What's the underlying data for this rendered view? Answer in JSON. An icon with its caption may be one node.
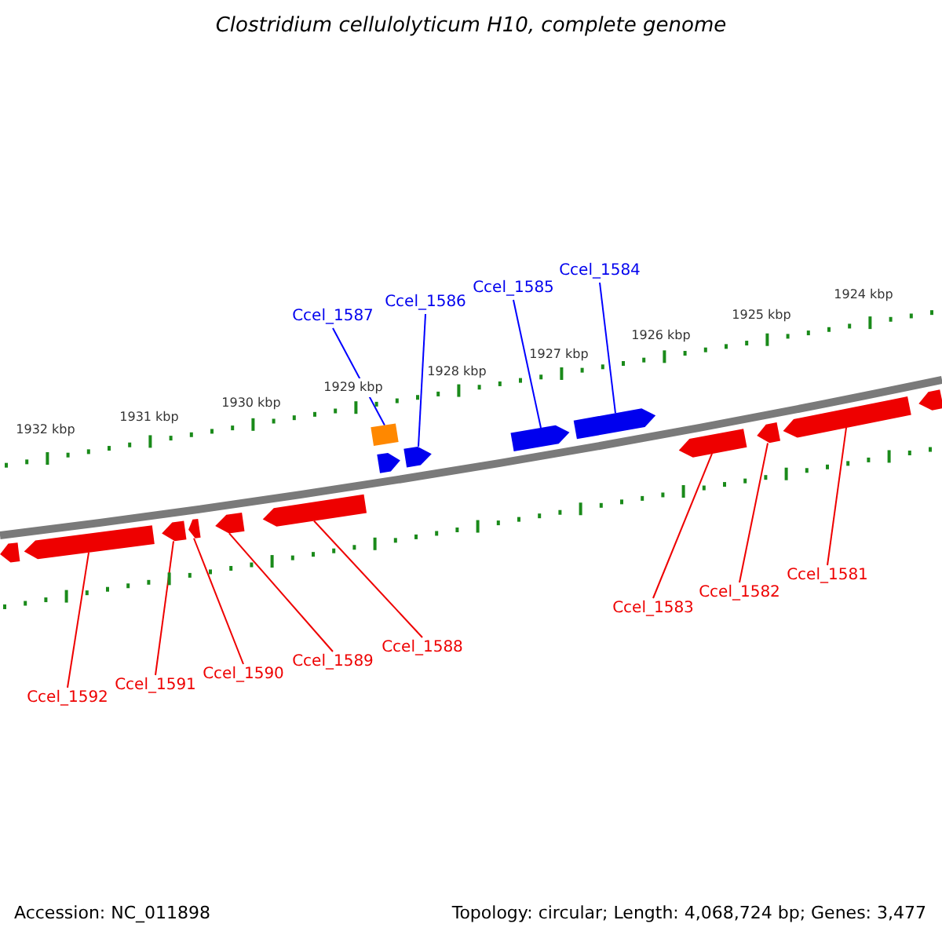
{
  "diagram": {
    "title": "Clostridium cellulolyticum H10, complete genome",
    "nodes": [
      {
        "text": [
          "Ccel_1587"
        ]
      },
      {
        "text": [
          "Ccel_1586"
        ]
      },
      {
        "text": [
          "Ccel_1585"
        ]
      },
      {
        "text": [
          "Ccel_1584"
        ]
      },
      {
        "text": [],
        "shape": "box"
      },
      {
        "text": [],
        "shape": "arrow"
      },
      {
        "text": [],
        "shape": "arrow"
      },
      {
        "text": [],
        "shape": "arrow"
      },
      {
        "text": [],
        "shape": "arrow"
      },
      {
        "text": [],
        "shape": "arrow"
      },
      {
        "text": [],
        "shape": "arrow"
      },
      {
        "text": [],
        "shape": "arrow"
      },
      {
        "text": [],
        "shape": "arrow"
      },
      {
        "text": [],
        "shape": "arrow"
      },
      {
        "text": [],
        "shape": "arrow"
      },
      {
        "text": [],
        "shape": "arrow"
      },
      {
        "text": [],
        "shape": "arrow"
      },
      {
        "text": [],
        "shape": "arrow"
      },
      {
        "text": [],
        "shape": "arrow"
      },
      {
        "text": [
          "Ccel_1592"
        ]
      },
      {
        "text": [
          "Ccel_1591"
        ]
      },
      {
        "text": [
          "Ccel_1590"
        ]
      },
      {
        "text": [
          "Ccel_1589"
        ]
      },
      {
        "text": [
          "Ccel_1588"
        ]
      },
      {
        "text": [
          "Ccel_1583"
        ]
      },
      {
        "text": [
          "Ccel_1582"
        ]
      },
      {
        "text": [
          "Ccel_1581"
        ]
      }
    ],
    "edges": [
      {
        "from": 0,
        "to": 4,
        "arrow": "none",
        "color": "#0000ff"
      },
      {
        "from": 1,
        "to": 6,
        "arrow": "none",
        "color": "#0000ff"
      },
      {
        "from": 2,
        "to": 7,
        "arrow": "none",
        "color": "#0000ff"
      },
      {
        "from": 3,
        "to": 8,
        "arrow": "none",
        "color": "#0000ff"
      },
      {
        "from": 19,
        "to": 10,
        "arrow": "none"
      },
      {
        "from": 20,
        "to": 11,
        "arrow": "none"
      },
      {
        "from": 21,
        "to": 12,
        "arrow": "none"
      },
      {
        "from": 22,
        "to": 13,
        "arrow": "none"
      },
      {
        "from": 23,
        "to": 14,
        "arrow": "none"
      },
      {
        "from": 24,
        "to": 15,
        "arrow": "none"
      },
      {
        "from": 25,
        "to": 16,
        "arrow": "none"
      },
      {
        "from": 26,
        "to": 17,
        "arrow": "none"
      }
    ],
    "labels": [
      "1932 kbp",
      "1931 kbp",
      "1930 kbp",
      "1929 kbp",
      "1928 kbp",
      "1927 kbp",
      "1926 kbp",
      "1925 kbp",
      "1924 kbp",
      "Accession: NC_011898",
      "Topology: circular; Length: 4,068,724 bp; Genes: 3,477"
    ]
  }
}
